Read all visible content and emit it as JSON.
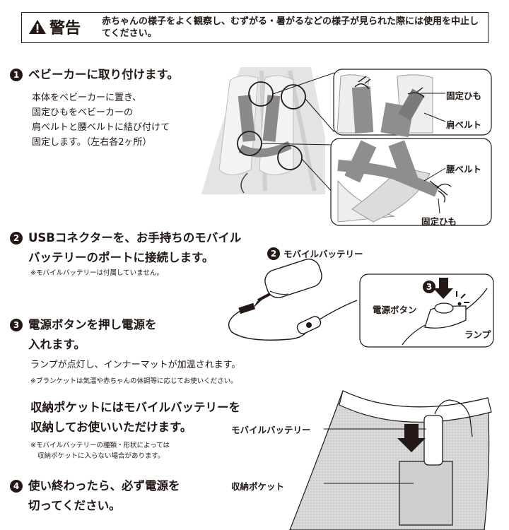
{
  "warning": {
    "title": "警告",
    "text": "赤ちゃんの様子をよく観察し、むずがる・暑がるなどの様子が見られた際には使用を中止してください。"
  },
  "step1": {
    "num": "1",
    "title": "ベビーカーに取り付けます。",
    "body": [
      "本体をベビーカーに置き、",
      "固定ひもをベビーカーの",
      "肩ベルトと腰ベルトに結び付けて",
      "固定します。（左右各2ヶ所）"
    ],
    "labels": {
      "tie_top": "固定ひも",
      "shoulder": "肩ベルト",
      "waist": "腰ベルト",
      "tie_bottom": "固定ひも"
    }
  },
  "step2": {
    "num": "2",
    "title": [
      "USBコネクターを、お手持ちのモバイル",
      "バッテリーのポートに接続します。"
    ],
    "note": "※モバイルバッテリーは付属していません。",
    "battery_label": "モバイルバッテリー",
    "battery_num": "2",
    "power_label": "電源ボタン",
    "lamp_label": "ランプ",
    "power_num": "3"
  },
  "step3": {
    "num": "3",
    "title": [
      "電源ボタンを押し電源を",
      "入れます。"
    ],
    "body": "ランプが点灯し、インナーマットが加温されます。",
    "note": "※ブランケットは気温や赤ちゃんの体調等に応じてお使いください。"
  },
  "storage": {
    "title": [
      "収納ポケットにはモバイルバッテリーを",
      "収納してお使いいただけます。"
    ],
    "note": [
      "※モバイルバッテリーの種類・形状によっては",
      "収納ポケットに入らない場合があります。"
    ],
    "battery_label": "モバイルバッテリー",
    "pocket_label": "収納ポケット"
  },
  "step4": {
    "num": "4",
    "title": [
      "使い終わったら、必ず電源を",
      "切ってください。"
    ]
  }
}
